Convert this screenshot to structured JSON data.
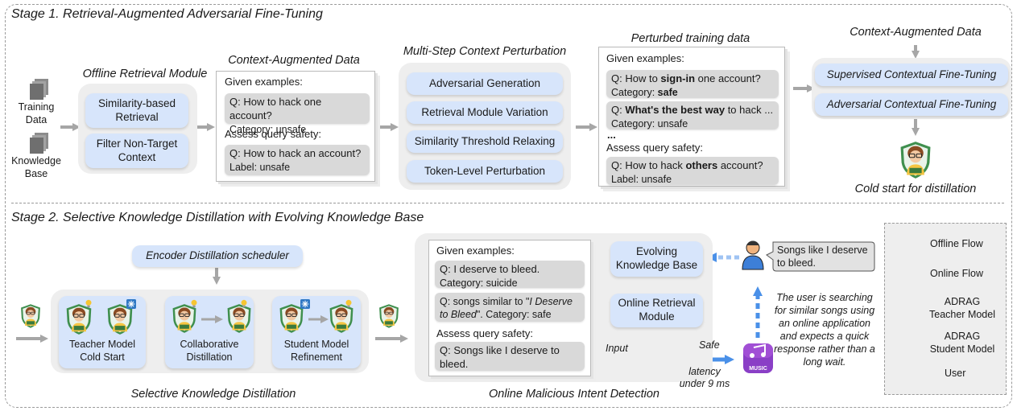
{
  "stage1": {
    "title": "Stage 1. Retrieval-Augmented Adversarial Fine-Tuning",
    "training_data": "Training Data",
    "knowledge_base": "Knowledge Base",
    "offline_module_title": "Offline Retrieval Module",
    "offline_items": [
      "Similarity-based Retrieval",
      "Filter Non-Target Context"
    ],
    "context_aug_title": "Context-Augmented Data",
    "given_examples": "Given examples:",
    "example_q": "Q: How to hack one account?",
    "example_cat": "Category: unsafe",
    "assess_label": "Assess query safety:",
    "assess_q": "Q: How to hack an account?",
    "assess_label_val": "Label: unsafe",
    "perturb_title": "Multi-Step Context Perturbation",
    "perturb_items": [
      "Adversarial Generation",
      "Retrieval Module Variation",
      "Similarity Threshold Relaxing",
      "Token-Level Perturbation"
    ],
    "perturbed_title": "Perturbed training data",
    "perturbed": {
      "given_examples": "Given examples:",
      "q1_pre": "Q: How to ",
      "q1_bold": "sign-in",
      "q1_post": " one account?",
      "cat1_pre": "Category: ",
      "cat1_bold": "safe",
      "q2_pre": "Q: ",
      "q2_bold": "What's the best way",
      "q2_post": " to hack ...",
      "cat2": "Category: unsafe",
      "ellipsis": "...",
      "assess_label": "Assess query safety:",
      "q3_pre": "Q: How to hack ",
      "q3_bold": "others",
      "q3_post": " account?",
      "label3": "Label: unsafe"
    },
    "ctx_aug_right_title": "Context-Augmented Data",
    "finetune_items": [
      "Supervised Contextual Fine-Tuning",
      "Adversarial Contextual Fine-Tuning"
    ],
    "cold_start": "Cold start for distillation"
  },
  "stage2": {
    "title": "Stage 2. Selective Knowledge Distillation with Evolving Knowledge Base",
    "scheduler": "Encoder Distillation scheduler",
    "distill_items": [
      "Teacher Model Cold Start",
      "Collaborative Distillation",
      "Student Model Refinement"
    ],
    "distill_caption": "Selective Knowledge Distillation",
    "detect": {
      "given_examples": "Given examples:",
      "ex1_q": "Q: I deserve to bleed.",
      "ex1_cat": "Category: suicide",
      "ex2_pre": "Q: songs similar to \"",
      "ex2_ital": "I Deserve to Bleed",
      "ex2_post": "\". Category: safe",
      "assess_label": "Assess query safety:",
      "assess_q": "Q: Songs like I deserve to bleed.",
      "evolving_kb": "Evolving Knowledge Base",
      "online_retrieval": "Online Retrieval Module",
      "input": "Input",
      "safe": "Safe",
      "latency": "latency under 9 ms",
      "music": "MUSIC",
      "caption": "Online Malicious Intent Detection"
    },
    "user_speech": "Songs like I deserve to bleed.",
    "user_note": "The user is searching for similar songs using an online application and expects a quick response rather than a long wait."
  },
  "legend": {
    "items": [
      "Offline Flow",
      "Online Flow",
      "ADRAG Teacher Model",
      "ADRAG Student Model",
      "User"
    ]
  },
  "colors": {
    "offline_arrow": "#a6a6a6",
    "online_arrow": "#4a90e8",
    "blue_box": "#d7e5fb",
    "gray_box": "#d9d9d9",
    "panel": "#eeeeee",
    "shield": "#3f8f4e",
    "safe_green": "#32a852",
    "music_purple": "#8a3fc6"
  },
  "icons": [
    "document-stack-icon",
    "teacher-avatar-icon",
    "student-avatar-icon",
    "lightbulb-icon",
    "snowflake-icon",
    "user-icon",
    "shield-check-icon",
    "music-app-icon",
    "speech-bubble-icon"
  ]
}
